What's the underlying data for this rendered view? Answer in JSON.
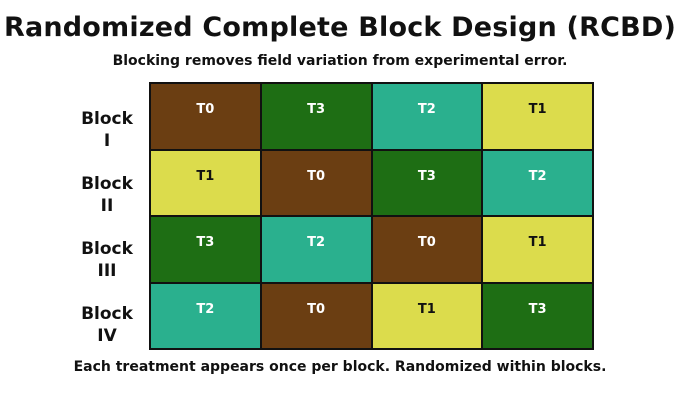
{
  "title": "Randomized Complete Block Design (RCBD)",
  "subtitle": "Blocking removes field variation from experimental error.",
  "footer": "Each treatment appears once per block. Randomized within blocks.",
  "treatment_colors": {
    "T0": {
      "bg": "#6b3e12",
      "fg": "#ffffff"
    },
    "T1": {
      "bg": "#dcdc4c",
      "fg": "#111111"
    },
    "T2": {
      "bg": "#2ab08e",
      "fg": "#ffffff"
    },
    "T3": {
      "bg": "#1e6e14",
      "fg": "#ffffff"
    }
  },
  "blocks": [
    {
      "label_word": "Block",
      "label_numeral": "I",
      "plots": [
        "T0",
        "T3",
        "T2",
        "T1"
      ]
    },
    {
      "label_word": "Block",
      "label_numeral": "II",
      "plots": [
        "T1",
        "T0",
        "T3",
        "T2"
      ]
    },
    {
      "label_word": "Block",
      "label_numeral": "III",
      "plots": [
        "T3",
        "T2",
        "T0",
        "T1"
      ]
    },
    {
      "label_word": "Block",
      "label_numeral": "IV",
      "plots": [
        "T2",
        "T0",
        "T1",
        "T3"
      ]
    }
  ]
}
